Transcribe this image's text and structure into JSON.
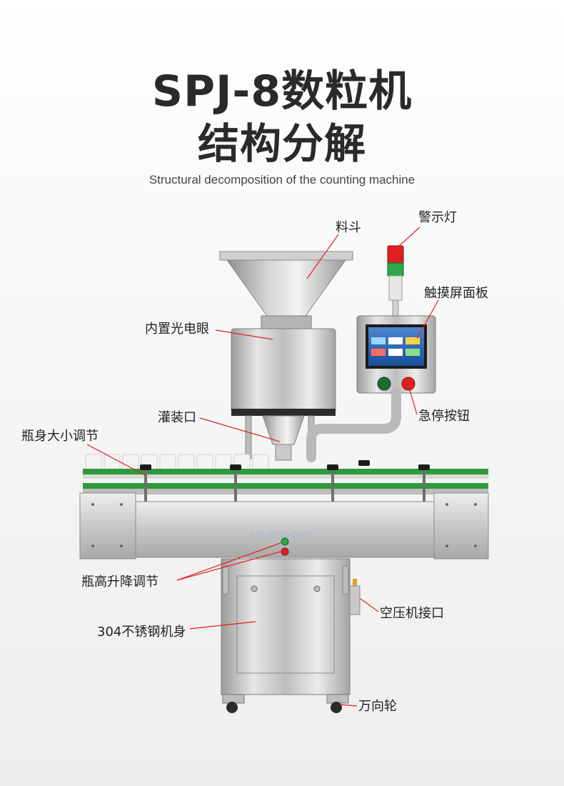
{
  "title": {
    "line1": "SPJ-8数粒机",
    "line2": "结构分解",
    "subtitle": "Structural decomposition of the counting machine"
  },
  "labels": {
    "hopper": "料斗",
    "warning_light": "警示灯",
    "touch_screen": "触摸屏面板",
    "photo_eye": "内置光电眼",
    "filling_port": "灌装口",
    "emergency_stop": "急停按钮",
    "bottle_size_adjust": "瓶身大小调节",
    "bottle_height_adjust": "瓶高升降调节",
    "air_compressor_port": "空压机接口",
    "stainless_body": "304不锈钢机身",
    "casters": "万向轮"
  },
  "watermark": "131-2866-6661",
  "colors": {
    "leader_line": "#e0211e",
    "steel_light": "#dcdcdc",
    "steel_dark": "#9a9a9a",
    "conveyor_green": "#2e9a3c",
    "warning_red": "#e02020",
    "warning_green": "#2aa84a",
    "screen_blue": "#1f5ca8"
  }
}
